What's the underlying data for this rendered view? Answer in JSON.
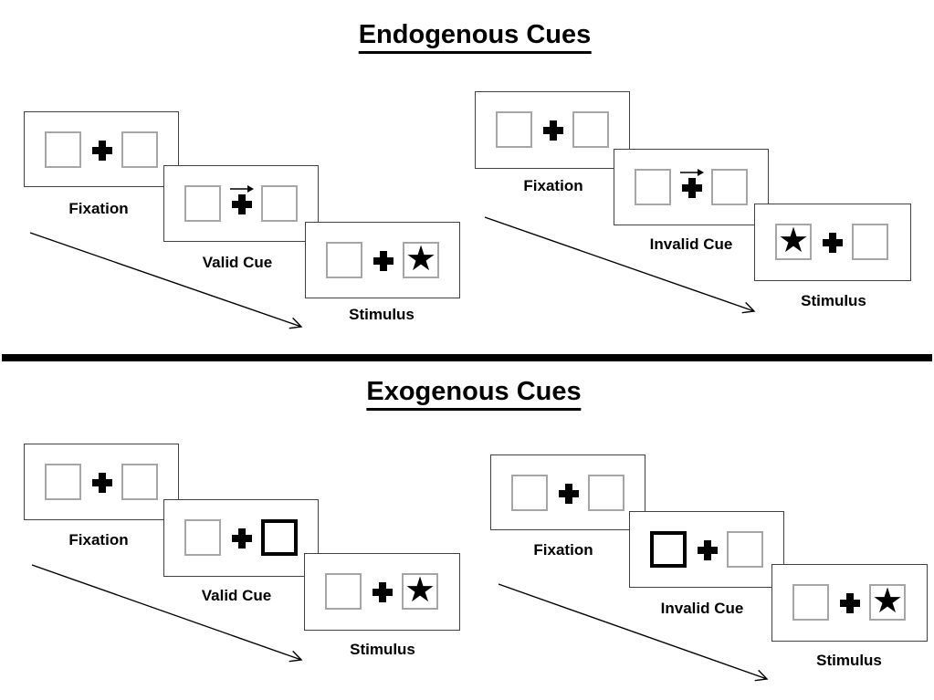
{
  "titles": {
    "endogenous": "Endogenous Cues",
    "exogenous": "Exogenous Cues"
  },
  "symbols": {
    "star": "★"
  },
  "colors": {
    "ink": "#000000",
    "panel_border": "#404040",
    "placeholder_box_border": "#a6a6a6",
    "cue_highlight_border": "#000000",
    "background": "#ffffff"
  },
  "sequences": [
    {
      "condition": "endogenous-valid",
      "cue_style": "central-arrow",
      "cue_points": "right",
      "stimulus_side": "right",
      "steps": {
        "fixation": "Fixation",
        "cue": "Valid Cue",
        "stimulus": "Stimulus"
      }
    },
    {
      "condition": "endogenous-invalid",
      "cue_style": "central-arrow",
      "cue_points": "right",
      "stimulus_side": "left",
      "steps": {
        "fixation": "Fixation",
        "cue": "Invalid Cue",
        "stimulus": "Stimulus"
      }
    },
    {
      "condition": "exogenous-valid",
      "cue_style": "peripheral-box-highlight",
      "cue_side": "right",
      "stimulus_side": "right",
      "steps": {
        "fixation": "Fixation",
        "cue": "Valid Cue",
        "stimulus": "Stimulus"
      }
    },
    {
      "condition": "exogenous-invalid",
      "cue_style": "peripheral-box-highlight",
      "cue_side": "left",
      "stimulus_side": "right",
      "steps": {
        "fixation": "Fixation",
        "cue": "Invalid Cue",
        "stimulus": "Stimulus"
      }
    }
  ]
}
